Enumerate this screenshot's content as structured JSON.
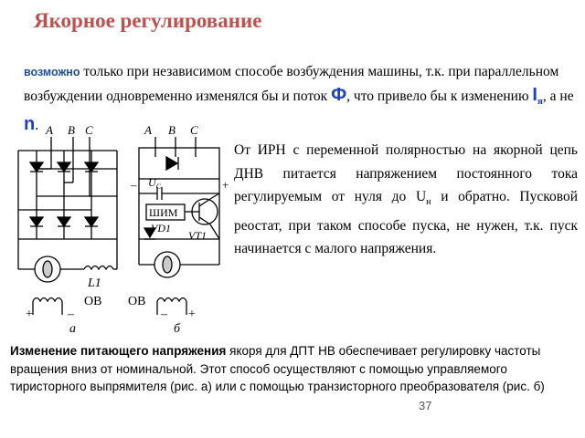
{
  "title": "Якорное регулирование",
  "intro": {
    "lead": "возможно",
    "text1": " только при независимом способе возбуждения машины, т.к. при параллельном возбуждении одновременно изменялся бы и поток ",
    "phi": "Ф",
    "text2": ", что привело бы к изменению ",
    "i_symbol": "I",
    "i_sub": "я",
    "text3": ", а не ",
    "n_symbol": "n",
    "text4": "."
  },
  "right_text": {
    "part1": "От ИРН с переменной полярностью на якорной цепь ДНВ питается напряжением постоянного тока регулируемым от нуля до U",
    "sub": "н",
    "part2": " и обратно. Пусковой реостат, при таком способе пуска, не нужен, т.к. пуск начинается с малого напряжения."
  },
  "bottom_text": {
    "bold": "Изменение питающего напряжения",
    "rest": " якоря для ДПТ НВ обеспечивает регулировку частоты вращения вниз от номинальной. Этот способ осуществляют с помощью управляемого тиристорного выпрямителя (рис. а) или с помощью транзисторного преобразователя (рис. б)"
  },
  "page_number": "37",
  "diagram_a": {
    "phase_a": "A",
    "phase_b": "B",
    "phase_c": "C",
    "inductor": "L1",
    "field_winding": "ОВ",
    "plus": "+",
    "minus": "–",
    "caption": "а"
  },
  "diagram_b": {
    "phase_a": "A",
    "phase_b": "B",
    "phase_c": "C",
    "capacitor_label": "U",
    "capacitor_sub": "C",
    "pwm": "ШИМ",
    "diode": "VD1",
    "transistor": "VT1",
    "field_winding": "ОВ",
    "plus": "+",
    "minus": "–",
    "caption": "б"
  }
}
